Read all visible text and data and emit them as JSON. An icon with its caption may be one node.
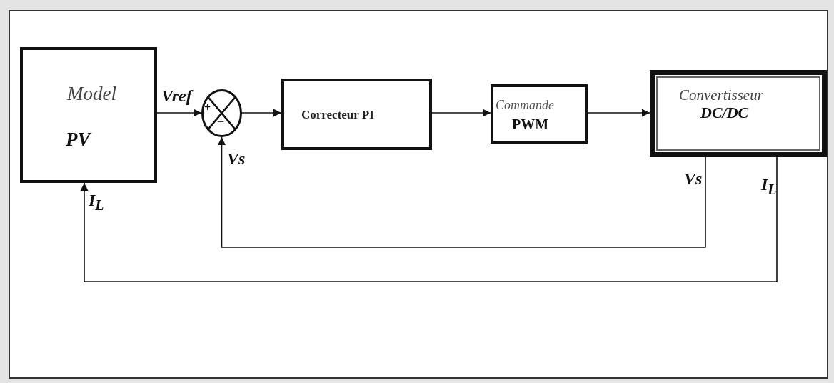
{
  "diagram": {
    "nodes": [
      {
        "text": [
          "Model",
          "PV"
        ]
      },
      {
        "text": [
          "+",
          "−"
        ]
      },
      {
        "text": [
          "Correcteur PI"
        ]
      },
      {
        "text": [
          "Commande",
          "PWM"
        ]
      },
      {
        "text": [
          "Convertisseur",
          "DC/DC"
        ]
      }
    ],
    "edges": [
      {
        "from": 0,
        "to": 1,
        "arrow": "to",
        "label": "Vref"
      },
      {
        "from": 1,
        "to": 2,
        "arrow": "to"
      },
      {
        "from": 2,
        "to": 3,
        "arrow": "to"
      },
      {
        "from": 3,
        "to": 4,
        "arrow": "to"
      },
      {
        "from": 4,
        "to": 1,
        "arrow": "to",
        "label": "Vs"
      },
      {
        "from": 4,
        "to": 0,
        "arrow": "to",
        "label": "I$_{L}$"
      }
    ],
    "labels": [
      "Vs",
      "I$_{L}$"
    ]
  }
}
